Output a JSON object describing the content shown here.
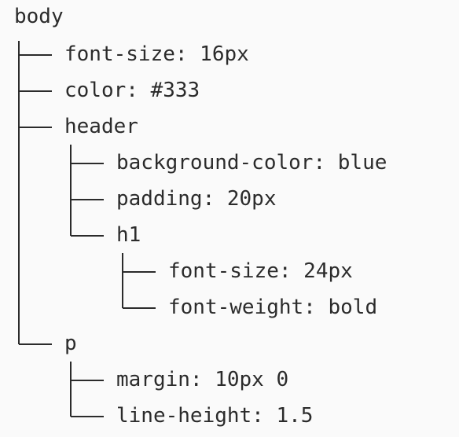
{
  "tree": {
    "root": "body",
    "nodes": [
      {
        "label": "font-size: 16px"
      },
      {
        "label": "color: #333"
      },
      {
        "label": "header"
      },
      {
        "label": "background-color: blue"
      },
      {
        "label": "padding: 20px"
      },
      {
        "label": "h1"
      },
      {
        "label": "font-size: 24px"
      },
      {
        "label": "font-weight: bold"
      },
      {
        "label": "p"
      },
      {
        "label": "margin: 10px 0"
      },
      {
        "label": "line-height: 1.5"
      }
    ]
  }
}
